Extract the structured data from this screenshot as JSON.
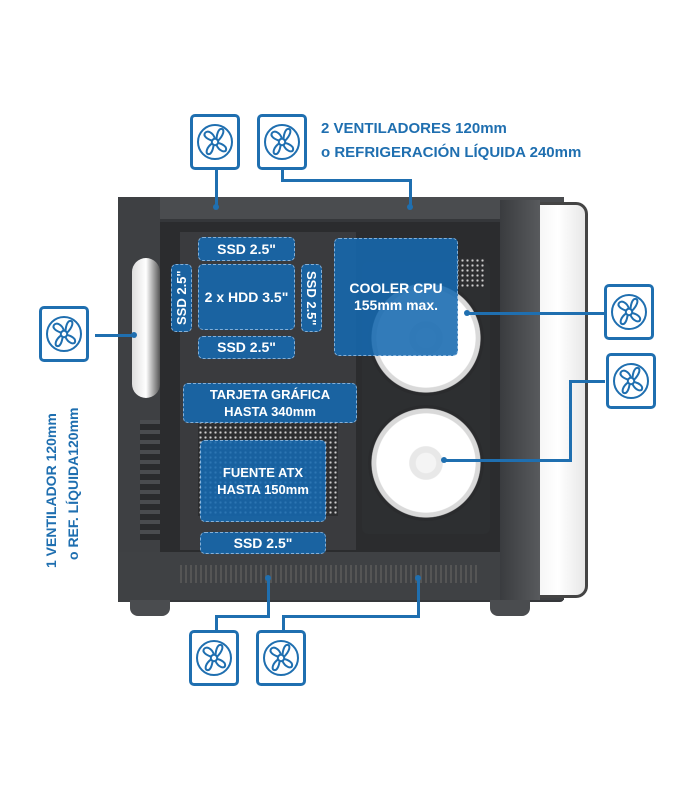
{
  "diagram": {
    "title": "PC case cooling and storage layout",
    "accent_color": "#1f6fb0",
    "zone_color": "#1669af",
    "top_label": {
      "line1": "2 VENTILADORES 120mm",
      "line2": "o REFRIGERACIÓN LÍQUIDA 240mm"
    },
    "side_label": {
      "line1": "1 VENTILADOR 120mm",
      "line2": "o REF. LÍQUIDA120mm"
    },
    "zones": {
      "ssd_top": "SSD 2.5\"",
      "ssd_left": "SSD 2.5\"",
      "hdd": "2 x HDD 3.5\"",
      "ssd_right": "SSD 2.5\"",
      "ssd_mid": "SSD 2.5\"",
      "cooler_line1": "COOLER CPU",
      "cooler_line2": "155mm max.",
      "gpu_line1": "TARJETA GRÁFICA",
      "gpu_line2": "HASTA 340mm",
      "psu_line1": "FUENTE ATX",
      "psu_line2": "HASTA 150mm",
      "ssd_bottom": "SSD 2.5\""
    },
    "fan_icons": [
      {
        "position": "top-1",
        "icon": "fan-icon"
      },
      {
        "position": "top-2",
        "icon": "fan-icon"
      },
      {
        "position": "left",
        "icon": "fan-icon"
      },
      {
        "position": "right-1",
        "icon": "fan-icon"
      },
      {
        "position": "right-2",
        "icon": "fan-icon"
      },
      {
        "position": "bottom-1",
        "icon": "fan-icon"
      },
      {
        "position": "bottom-2",
        "icon": "fan-icon"
      }
    ]
  }
}
